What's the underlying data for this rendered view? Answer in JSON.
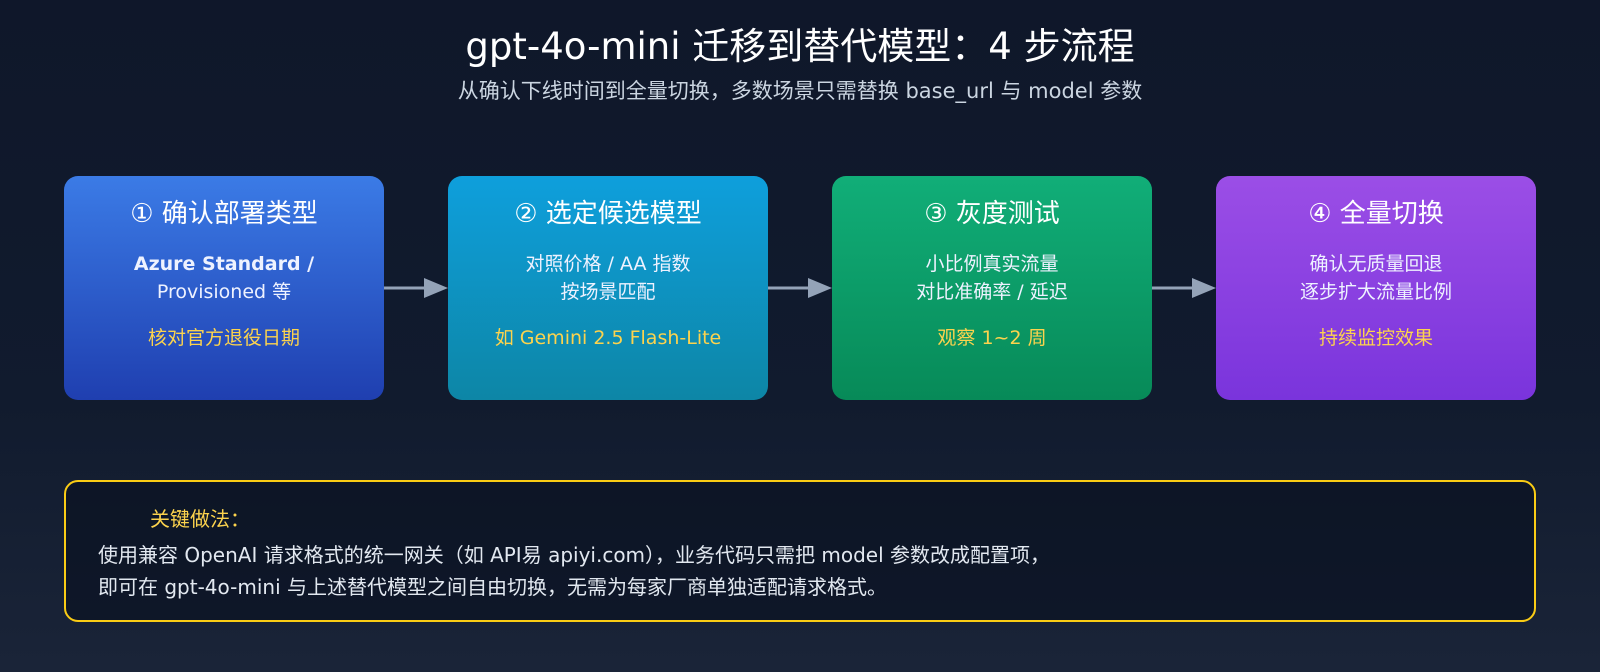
{
  "header": {
    "title": "gpt-4o-mini 迁移到替代模型：4 步流程",
    "subtitle": "从确认下线时间到全量切换，多数场景只需替换 base_url 与 model 参数"
  },
  "colors": {
    "highlight": "#fcd34d",
    "arrow": "#94a3b8",
    "key_border": "#facc15",
    "step_1": "#3b7be6",
    "step_2": "#0e9fdc",
    "step_3": "#11ae78",
    "step_4": "#9b4ee6"
  },
  "steps": [
    {
      "title": "① 确认部署类型",
      "line1": "Azure Standard /",
      "line2": "Provisioned 等",
      "note": "核对官方退役日期"
    },
    {
      "title": "② 选定候选模型",
      "line1": "对照价格 / AA 指数",
      "line2": "按场景匹配",
      "note": "如 Gemini 2.5 Flash-Lite"
    },
    {
      "title": "③ 灰度测试",
      "line1": "小比例真实流量",
      "line2": "对比准确率 / 延迟",
      "note": "观察 1~2 周"
    },
    {
      "title": "④ 全量切换",
      "line1": "确认无质量回退",
      "line2": "逐步扩大流量比例",
      "note": "持续监控效果"
    }
  ],
  "key_practice": {
    "heading": "关键做法：",
    "line1": "使用兼容 OpenAI 请求格式的统一网关（如 API易 apiyi.com），业务代码只需把 model 参数改成配置项，",
    "line2": "即可在 gpt-4o-mini 与上述替代模型之间自由切换，无需为每家厂商单独适配请求格式。"
  }
}
